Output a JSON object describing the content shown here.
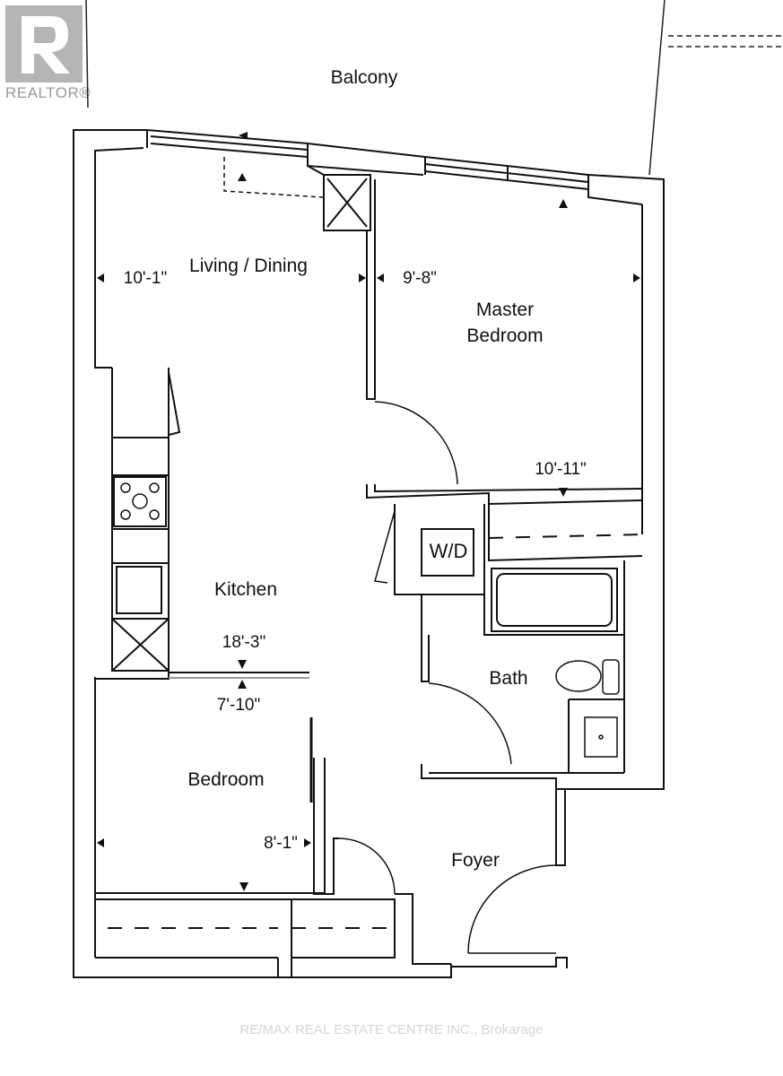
{
  "logo": {
    "text": "REALTOR®"
  },
  "watermark": "RE/MAX REAL ESTATE CENTRE INC., Brokarage",
  "rooms": {
    "balcony": "Balcony",
    "living": "Living / Dining",
    "master_1": "Master",
    "master_2": "Bedroom",
    "kitchen": "Kitchen",
    "bath": "Bath",
    "bedroom": "Bedroom",
    "foyer": "Foyer",
    "wd": "W/D"
  },
  "dimensions": {
    "living_width": "10'-1\"",
    "master_width": "9'-8\"",
    "master_length": "10'-11\"",
    "kitchen_length": "18'-3\"",
    "bedroom_length": "7'-10\"",
    "bedroom_width": "8'-1\""
  }
}
